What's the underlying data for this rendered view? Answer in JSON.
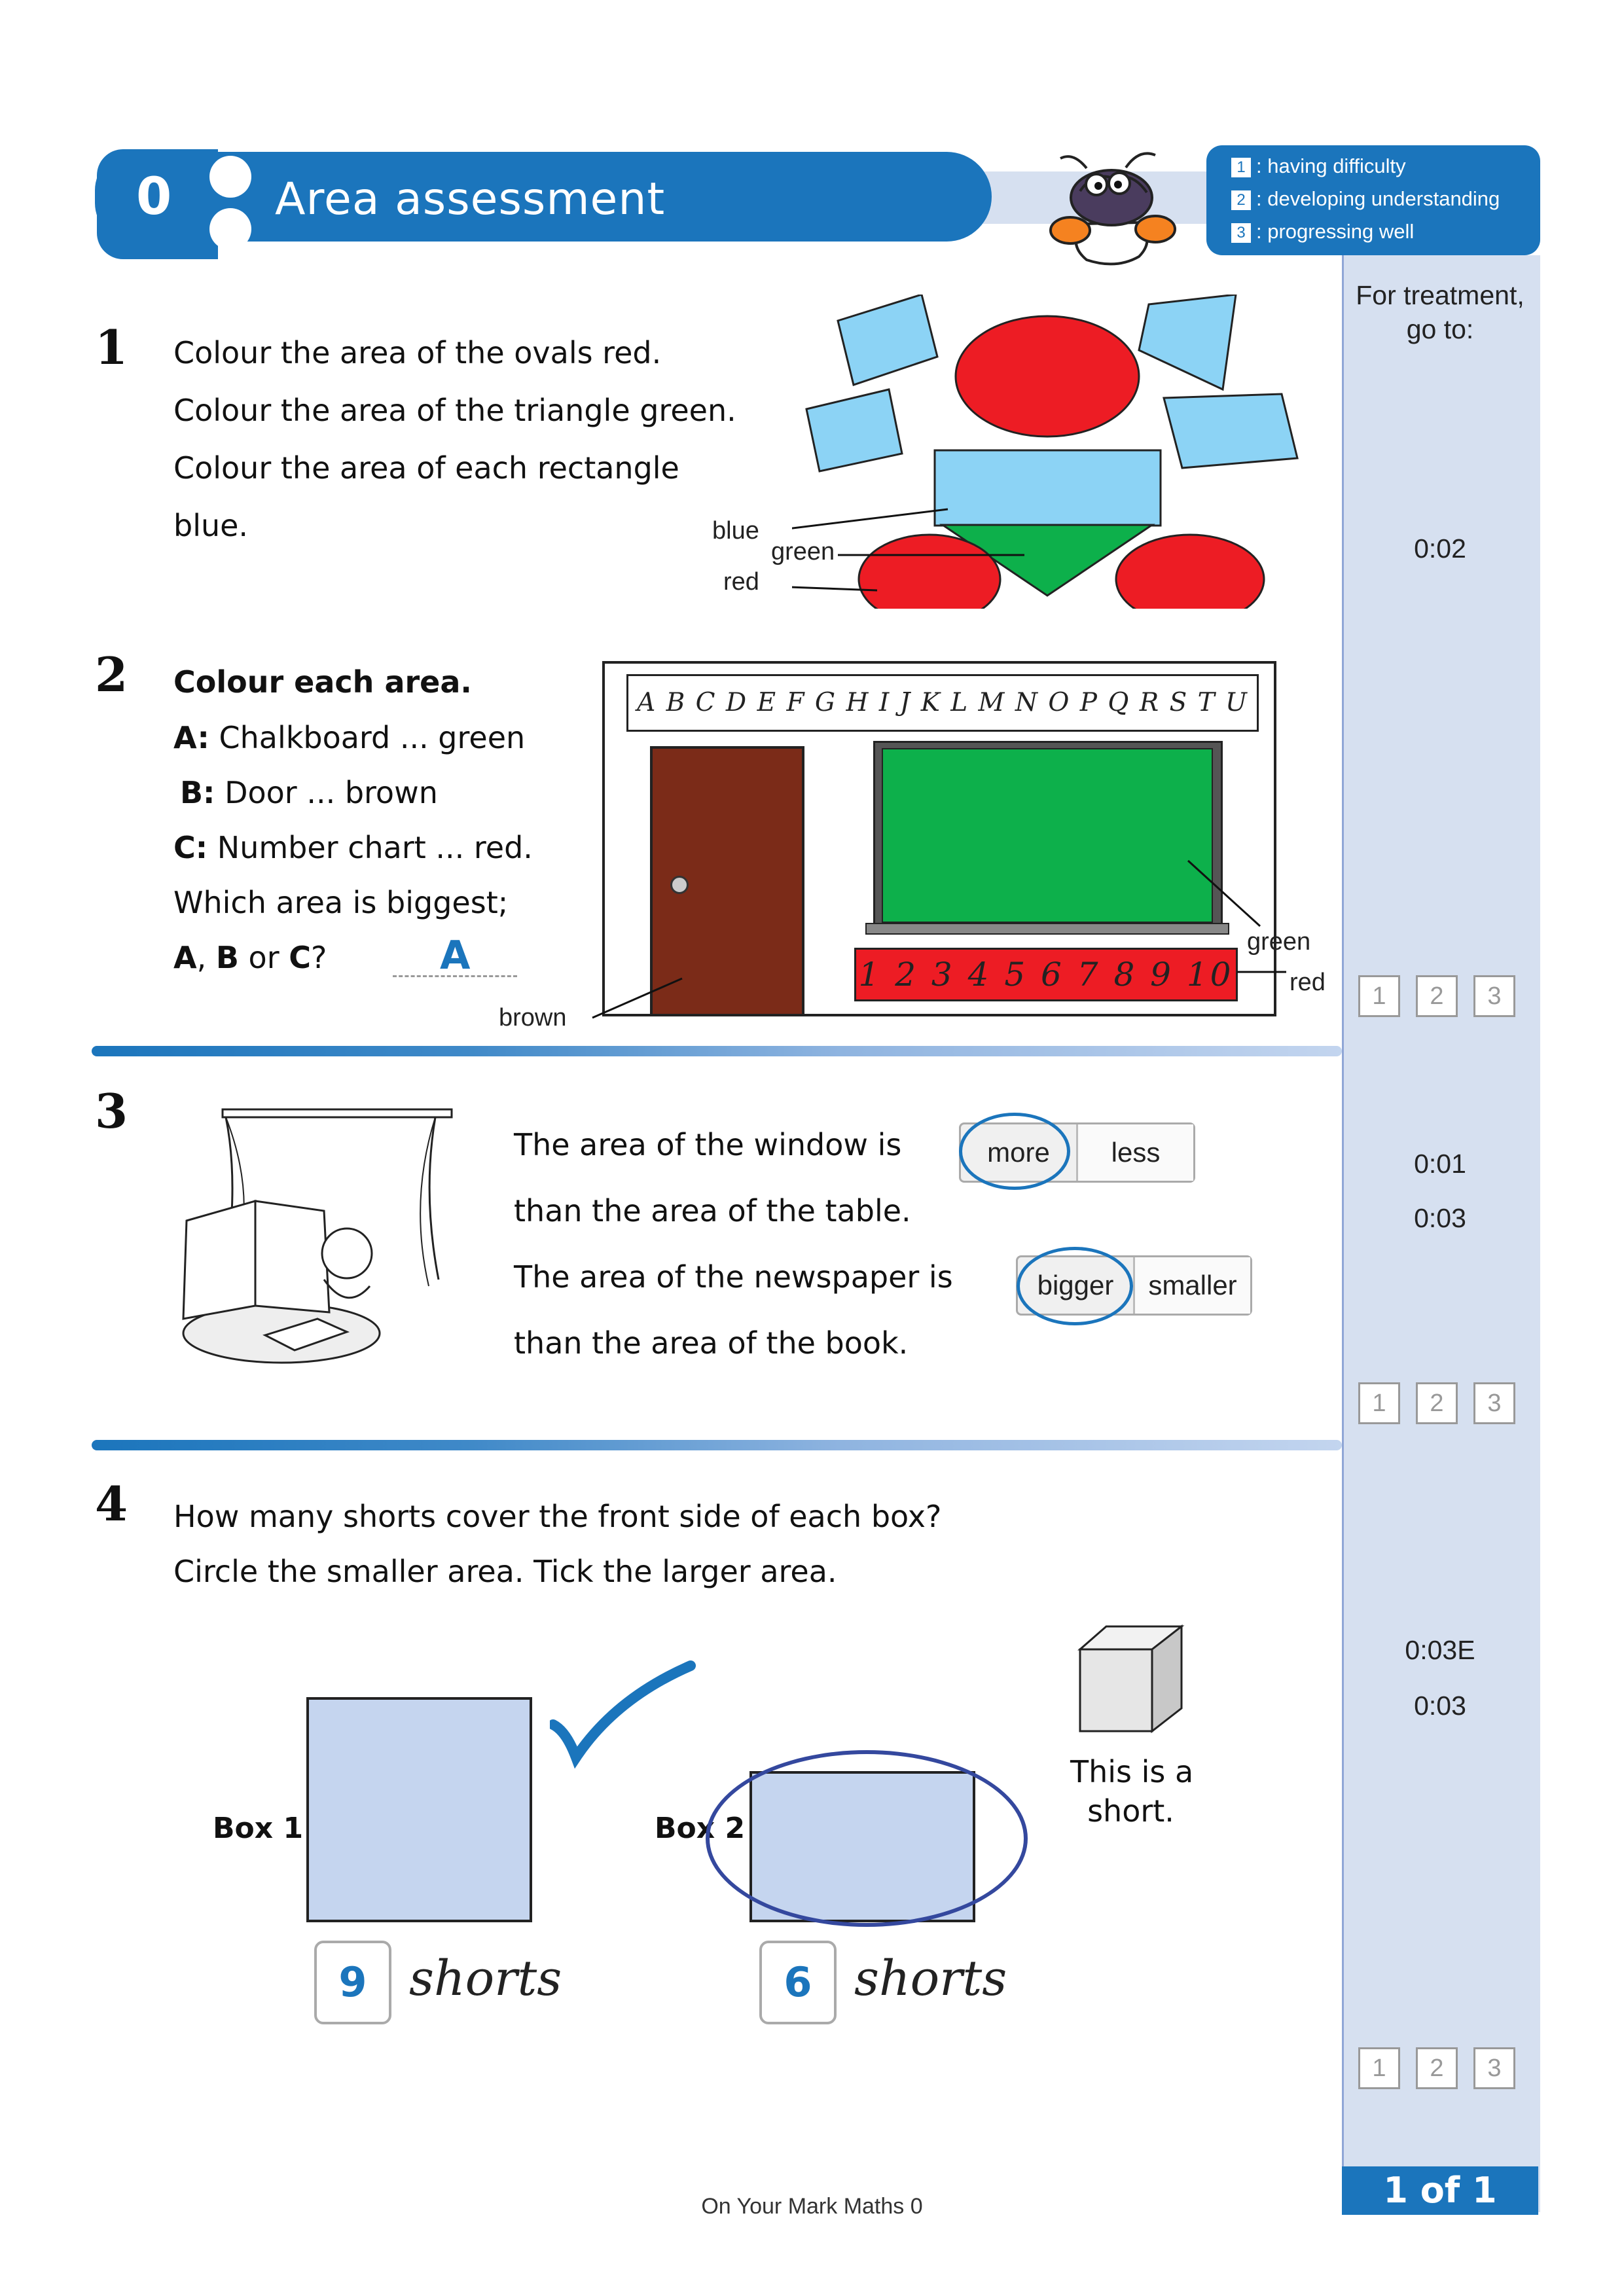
{
  "header": {
    "unit_number": "0",
    "title": "Area assessment"
  },
  "legend": [
    {
      "num": "1",
      "text": ": having difficulty"
    },
    {
      "num": "2",
      "text": ": developing understanding"
    },
    {
      "num": "3",
      "text": ": progressing well"
    }
  ],
  "sidebar": {
    "heading_line1": "For treatment,",
    "heading_line2": "go to:",
    "q1_ref": "0:02",
    "q3_ref1": "0:01",
    "q3_ref2": "0:03",
    "q4_ref1": "0:03E",
    "q4_ref2": "0:03",
    "ratings": [
      "1",
      "2",
      "3"
    ],
    "page_count": "1 of 1"
  },
  "q1": {
    "number": "1",
    "line1": "Colour the area of the ovals red.",
    "line2": "Colour the area of the triangle green.",
    "line3": "Colour the area of each rectangle",
    "line4": "blue.",
    "label_blue": "blue",
    "label_green": "green",
    "label_red": "red",
    "colors": {
      "oval": "#ed1c24",
      "triangle": "#0db04b",
      "rectangle": "#8cd3f5"
    }
  },
  "q2": {
    "number": "2",
    "heading": "Colour each area.",
    "a_key": "A:",
    "a_text": "Chalkboard ... green",
    "b_key": "B:",
    "b_text": "Door ... brown",
    "c_key": "C:",
    "c_text": "Number chart ... red.",
    "question": "Which area is biggest;",
    "options_a": "A",
    "options_sep1": ", ",
    "options_b": "B",
    "options_sep2": " or ",
    "options_c": "C",
    "options_end": "?",
    "answer": "A",
    "alphabet": "A B C D E F G H I J K L M N O P Q R S T U V W X Y Z",
    "numbers": "1 2 3 4 5 6 7 8 9 10",
    "label_green": "green",
    "label_red": "red",
    "label_brown": "brown"
  },
  "q3": {
    "number": "3",
    "line1": "The area of the window is",
    "line2": "than the area of the table.",
    "line3": "The area of the newspaper is",
    "line4": "than the area of the book.",
    "choice1": [
      "more",
      "less"
    ],
    "choice2": [
      "bigger",
      "smaller"
    ],
    "selected1": "more",
    "selected2": "bigger"
  },
  "q4": {
    "number": "4",
    "line1": "How many shorts cover the front side of each box?",
    "line2": "Circle the smaller area. Tick the larger area.",
    "box1_label": "Box 1",
    "box2_label": "Box 2",
    "box1_answer": "9",
    "box2_answer": "6",
    "unit_word": "shorts",
    "short_caption_1": "This is a",
    "short_caption_2": "short."
  },
  "footer": "On Your Mark Maths 0"
}
